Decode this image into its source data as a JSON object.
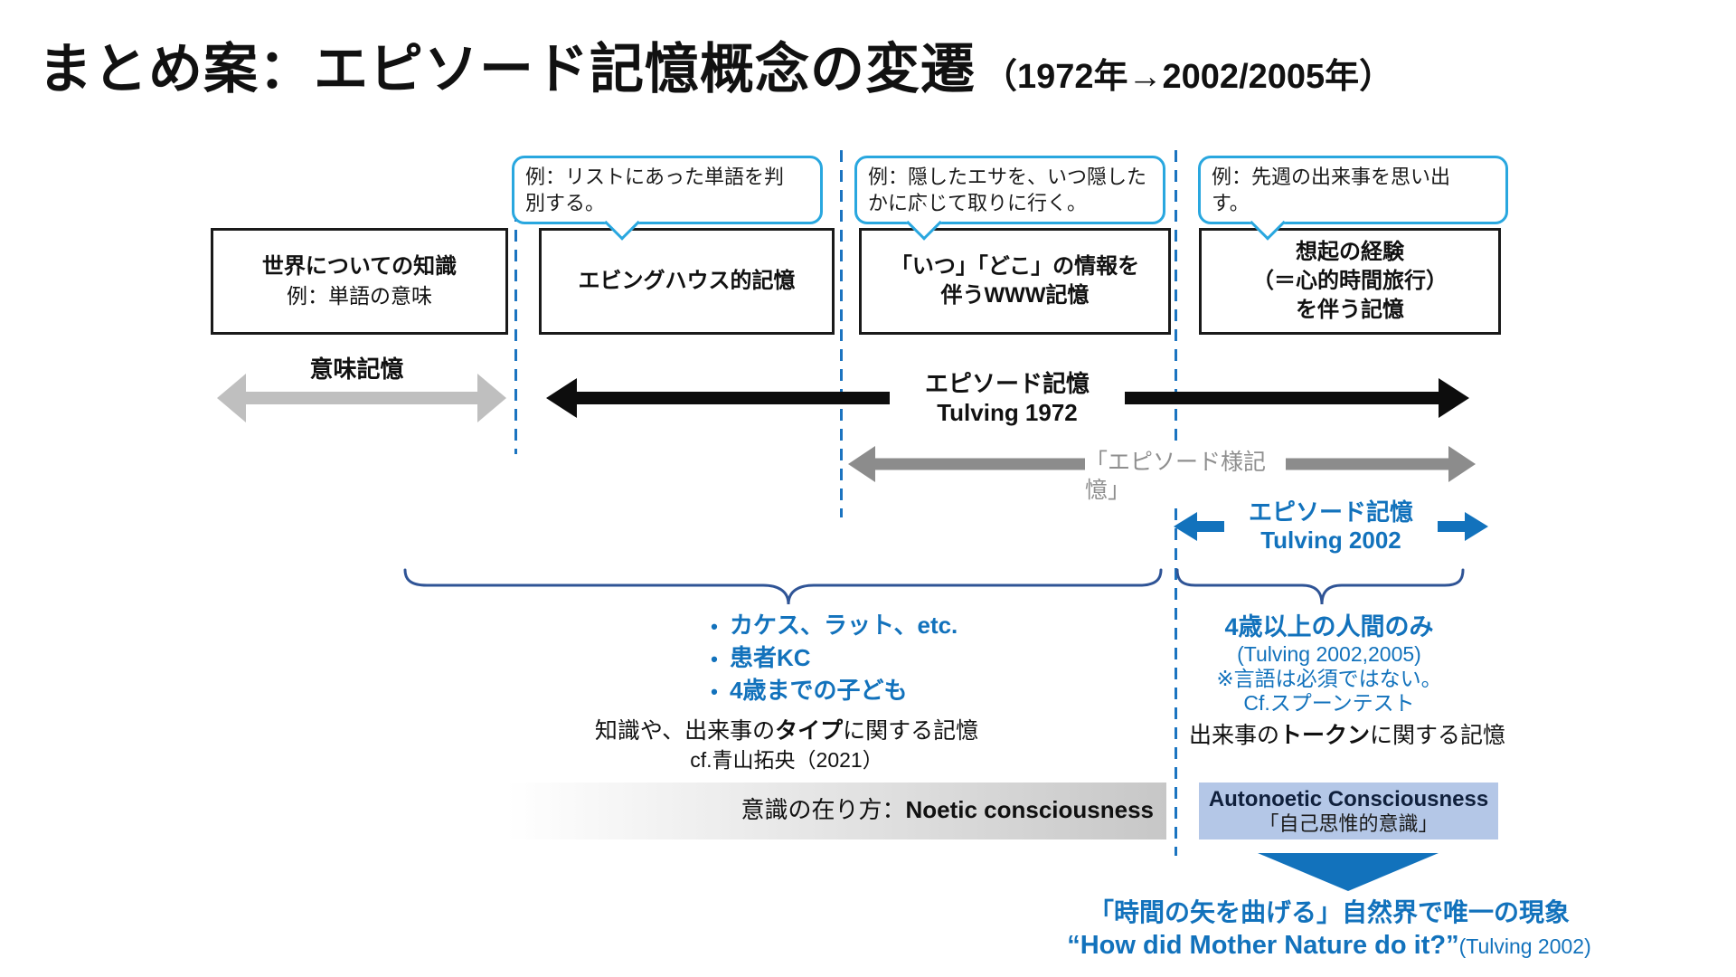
{
  "title": {
    "main": "まとめ案：エピソード記憶概念の変遷",
    "sub": "（1972年→2002/2005年）"
  },
  "callouts": [
    {
      "line1": "例：リストにあった単語を判",
      "line2": "別する。"
    },
    {
      "line1": "例：隠したエサを、いつ隠した",
      "line2": "かに応じて取りに行く。"
    },
    {
      "line1": "例：先週の出来事を思い出",
      "line2": "す。"
    }
  ],
  "boxes": [
    {
      "line1": "世界についての知識",
      "line2": "例：単語の意味"
    },
    {
      "line1": "エビングハウス的記憶"
    },
    {
      "line1": "「いつ」「どこ」の情報を",
      "line2": "伴うWWW記憶"
    },
    {
      "line1": "想起の経験",
      "line2": "（＝心的時間旅行）",
      "line3": "を伴う記憶"
    }
  ],
  "arrows": {
    "semantic_label": "意味記憶",
    "episodic1972_line1": "エピソード記憶",
    "episodic1972_line2": "Tulving 1972",
    "episodic_like_line1": "「エピソード様記",
    "episodic_like_line2": "憶」",
    "episodic2002_line1": "エピソード記憶",
    "episodic2002_line2": "Tulving 2002"
  },
  "left_group": {
    "bullet_glyph": "•",
    "bullets": [
      "カケス、ラット、etc.",
      "患者KC",
      "4歳までの子ども"
    ],
    "type_pre": "知識や、出来事の",
    "type_bold": "タイプ",
    "type_post": "に関する記憶",
    "type_ref": "cf.青山拓央（2021）"
  },
  "right_group": {
    "heading": "4歳以上の人間のみ",
    "sub1": "(Tulving 2002,2005)",
    "sub2": "※言語は必須ではない。",
    "sub3": "Cf.スプーンテスト",
    "token_pre": "出来事の",
    "token_bold": "トークン",
    "token_post": "に関する記憶"
  },
  "consciousness": {
    "noetic_pre": "意識の在り方：",
    "noetic_bold": "Noetic consciousness",
    "autonoetic_line1": "Autonoetic Consciousness",
    "autonoetic_line2": "「自己思惟的意識」"
  },
  "conclusion": {
    "line1": "「時間の矢を曲げる」自然界で唯一の現象",
    "line2_bold": "“How did Mother Nature do it?”",
    "line2_ref": "(Tulving 2002)"
  },
  "colors": {
    "accent_blue": "#1272bc",
    "sky_blue_callout": "#29a7df",
    "navy_brace": "#2f5496",
    "gray_arrow_light": "#bfbfbf",
    "gray_arrow_mid": "#8c8c8c",
    "light_blue_box": "#b4c7e7",
    "black": "#0d0d0d"
  }
}
